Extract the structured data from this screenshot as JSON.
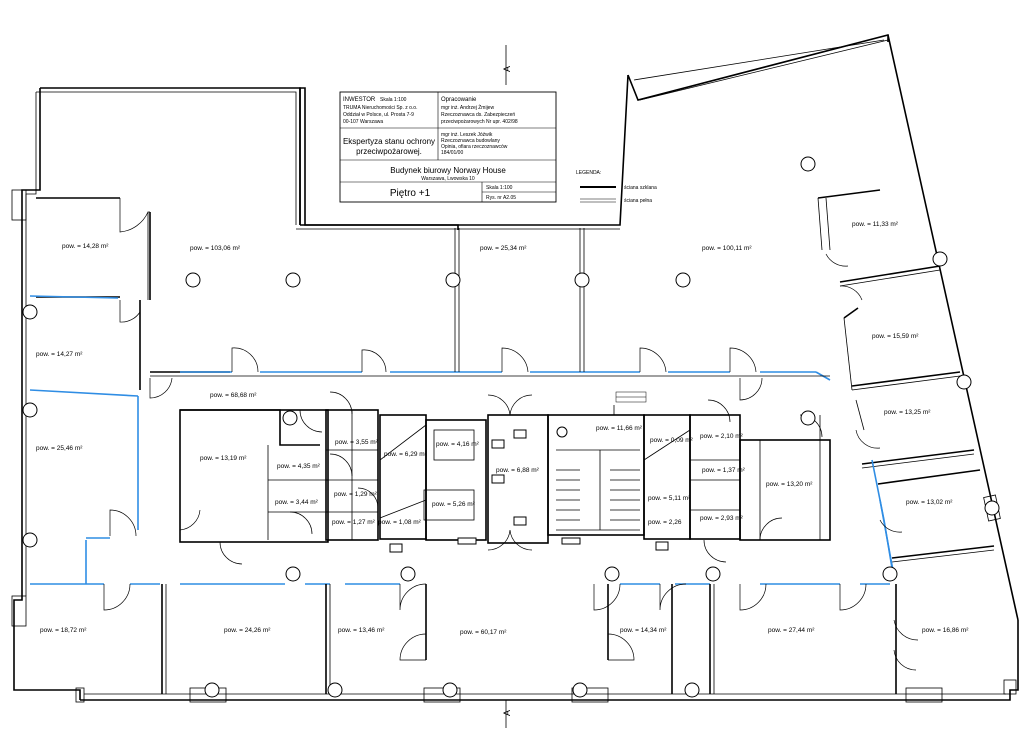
{
  "title_block": {
    "investor_label": "INWESTOR",
    "investor_lines": [
      "TRUMA Nieruchomości Sp. z o.o.",
      "Oddział w Polsce, ul. Prosta 7-9",
      "00-107 Warszawa"
    ],
    "scale_top": "Skala 1:100",
    "prepared_label": "Opracowanie",
    "author1_lines": [
      "mgr inż. Andrzej Żmijew",
      "Rzeczoznawca ds. Zabezpieczeń",
      "przeciwpożarowych Nr upr. 402/98"
    ],
    "author2_lines": [
      "mgr inż. Leszek Jóźwik",
      "Rzeczoznawca budowlany",
      "Opinia, ofiara rzeczoznawców",
      "184/01/00"
    ],
    "doc_title_line1": "Ekspertyza stanu ochrony",
    "doc_title_line2": "przeciwpożarowej.",
    "building_name": "Budynek biurowy Norway House",
    "address": "Warszawa, Lwowska 10",
    "floor": "Piętro +1",
    "scale": "Skala 1:100",
    "drawing_no": "Rys. nr A2.05"
  },
  "legend": {
    "title": "LEGENDA:",
    "items": [
      {
        "label": "ściana szklana",
        "style": "thick"
      },
      {
        "label": "ściana pełna",
        "style": "double"
      }
    ]
  },
  "section_marks": [
    "A",
    "A"
  ],
  "rooms": [
    {
      "label": "pow. = 14,28 m²"
    },
    {
      "label": "pow. = 103,06 m²"
    },
    {
      "label": "pow. = 25,34 m²"
    },
    {
      "label": "pow. = 100,11 m²"
    },
    {
      "label": "pow. = 11,33 m²"
    },
    {
      "label": "pow. = 14,27 m²"
    },
    {
      "label": "pow. = 15,59 m²"
    },
    {
      "label": "pow. = 68,68 m²"
    },
    {
      "label": "pow. = 13,25 m²"
    },
    {
      "label": "pow. = 25,46 m²"
    },
    {
      "label": "pow. = 13,19 m²"
    },
    {
      "label": "pow. = 3,55 m²"
    },
    {
      "label": "pow. = 4,35 m²"
    },
    {
      "label": "pow. = 6,29 m²"
    },
    {
      "label": "pow. = 4,16 m²"
    },
    {
      "label": "pow. = 6,88 m²"
    },
    {
      "label": "pow. = 11,66 m²"
    },
    {
      "label": "pow. = 0,09 m²"
    },
    {
      "label": "pow. = 2,10 m²"
    },
    {
      "label": "pow. = 1,37 m²"
    },
    {
      "label": "pow. = 13,20 m²"
    },
    {
      "label": "pow. = 13,02 m²"
    },
    {
      "label": "pow. = 1,29 m²"
    },
    {
      "label": "pow. = 3,44 m²"
    },
    {
      "label": "pow. = 5,26 m²"
    },
    {
      "label": "pow. = 5,11 m²"
    },
    {
      "label": "pow. = 1,27 m²"
    },
    {
      "label": "pow. = 1,08 m²"
    },
    {
      "label": "pow. = 2,93 m²"
    },
    {
      "label": "pow. = 2,26"
    },
    {
      "label": "pow. = 18,72 m²"
    },
    {
      "label": "pow. = 24,26 m²"
    },
    {
      "label": "pow. = 13,46 m²"
    },
    {
      "label": "pow. = 60,17 m²"
    },
    {
      "label": "pow. = 14,34 m²"
    },
    {
      "label": "pow. = 27,44 m²"
    },
    {
      "label": "pow. = 16,86 m²"
    }
  ]
}
